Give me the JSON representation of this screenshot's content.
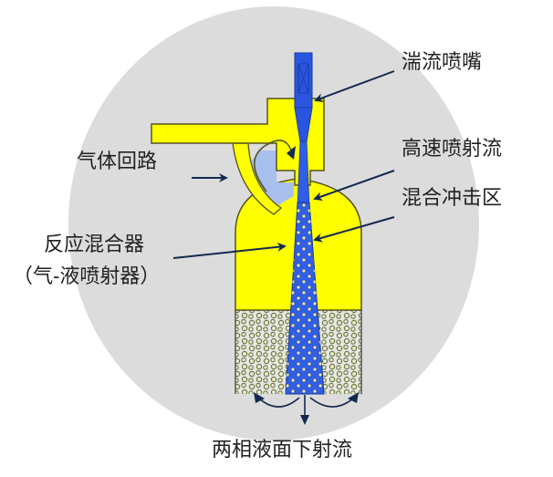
{
  "diagram": {
    "title": "Gas-liquid jet reactor mixer schematic",
    "colors": {
      "background_circle": "#dcdcdc",
      "vessel_yellow": "#ffff00",
      "vessel_outline": "#555522",
      "jet_blue": "#2f5fe8",
      "nozzle_blue": "#2a55e0",
      "gas_space_lightblue": "#a9c0ee",
      "arrow_navy": "#13294f",
      "bubble_green": "#6b7a3a",
      "liquid_bg": "#e6e6e6"
    },
    "labels": {
      "swirl_nozzle": "湍流喷嘴",
      "high_speed_jet": "高速喷射流",
      "mixing_impact_zone": "混合冲击区",
      "gas_loop": "气体回路",
      "reactor_mixer_line1": "反应混合器",
      "reactor_mixer_line2": "（气-液喷射器）",
      "two_phase_submerged_jet": "两相液面下射流"
    }
  }
}
